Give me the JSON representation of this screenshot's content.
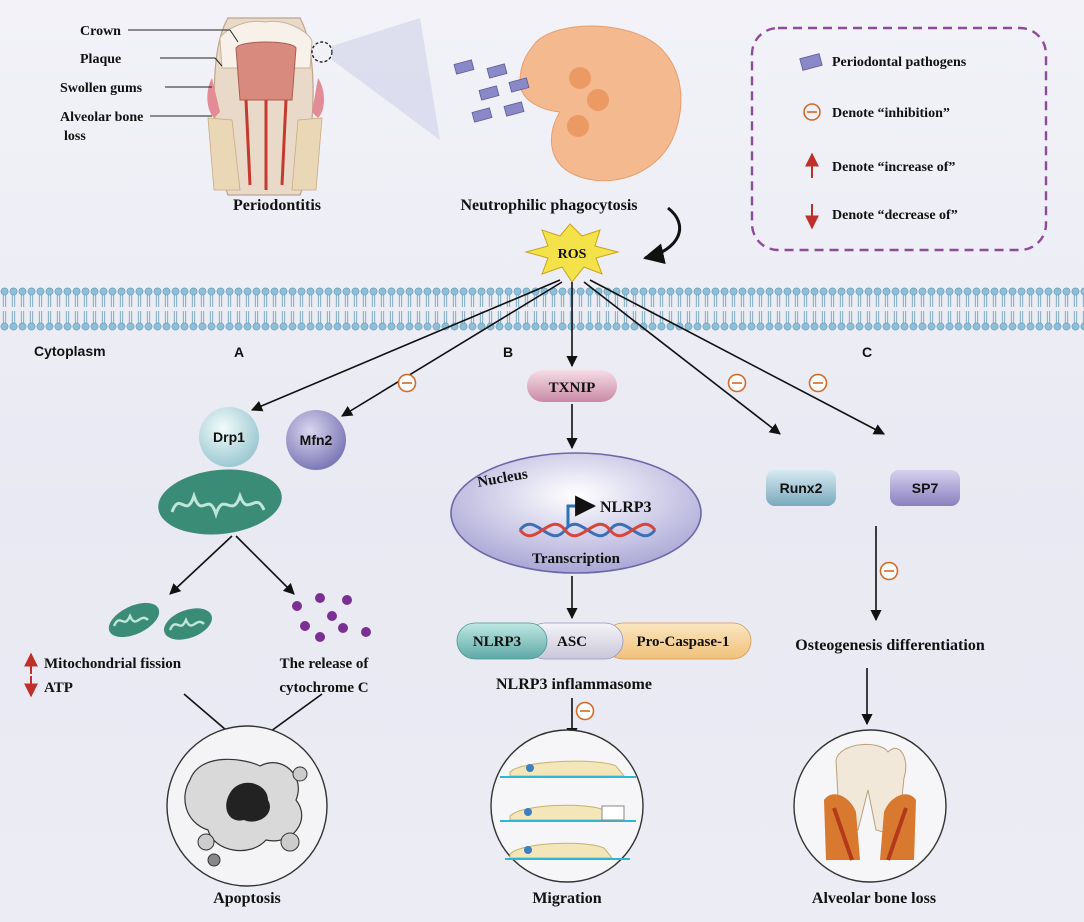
{
  "tooth_labels": {
    "crown": "Crown",
    "plaque": "Plaque",
    "swollen_gums": "Swollen gums",
    "alveolar_line1": "Alveolar bone",
    "alveolar_line2": "loss"
  },
  "periodontitis": "Periodontitis",
  "neutrophilic": "Neutrophilic phagocytosis",
  "ros": "ROS",
  "cytoplasm": "Cytoplasm",
  "panels": {
    "a": "A",
    "b": "B",
    "c": "C"
  },
  "legend": {
    "pathogens": "Periodontal pathogens",
    "inhibition": "Denote “inhibition”",
    "increase": "Denote “increase of”",
    "decrease": "Denote “decrease of”",
    "border_color": "#8e4b9c"
  },
  "panel_a": {
    "drp1": "Drp1",
    "mfn2": "Mfn2",
    "fission": "Mitochondrial fission",
    "atp": "ATP",
    "release_line1": "The release of",
    "release_line2": "cytochrome C",
    "apoptosis": "Apoptosis"
  },
  "panel_b": {
    "txnip": "TXNIP",
    "nucleus": "Nucleus",
    "nlrp3_gene": "NLRP3",
    "transcription": "Transcription",
    "complex": [
      "NLRP3",
      "ASC",
      "Pro-Caspase-1"
    ],
    "inflammasome": "NLRP3 inflammasome",
    "migration": "Migration"
  },
  "panel_c": {
    "runx2": "Runx2",
    "sp7": "SP7",
    "osteogenesis": "Osteogenesis differentiation",
    "bone_loss": "Alveolar bone loss"
  },
  "colors": {
    "inhibit": "#d46a28",
    "arrow_up": "#c0302a",
    "arrow_down": "#c0302a",
    "pathogen": "#8a88c6",
    "cell": "#f4b98e",
    "ros": "#f3e24a",
    "mito": "#3b8c77",
    "membrane": "#7ab1cc"
  }
}
